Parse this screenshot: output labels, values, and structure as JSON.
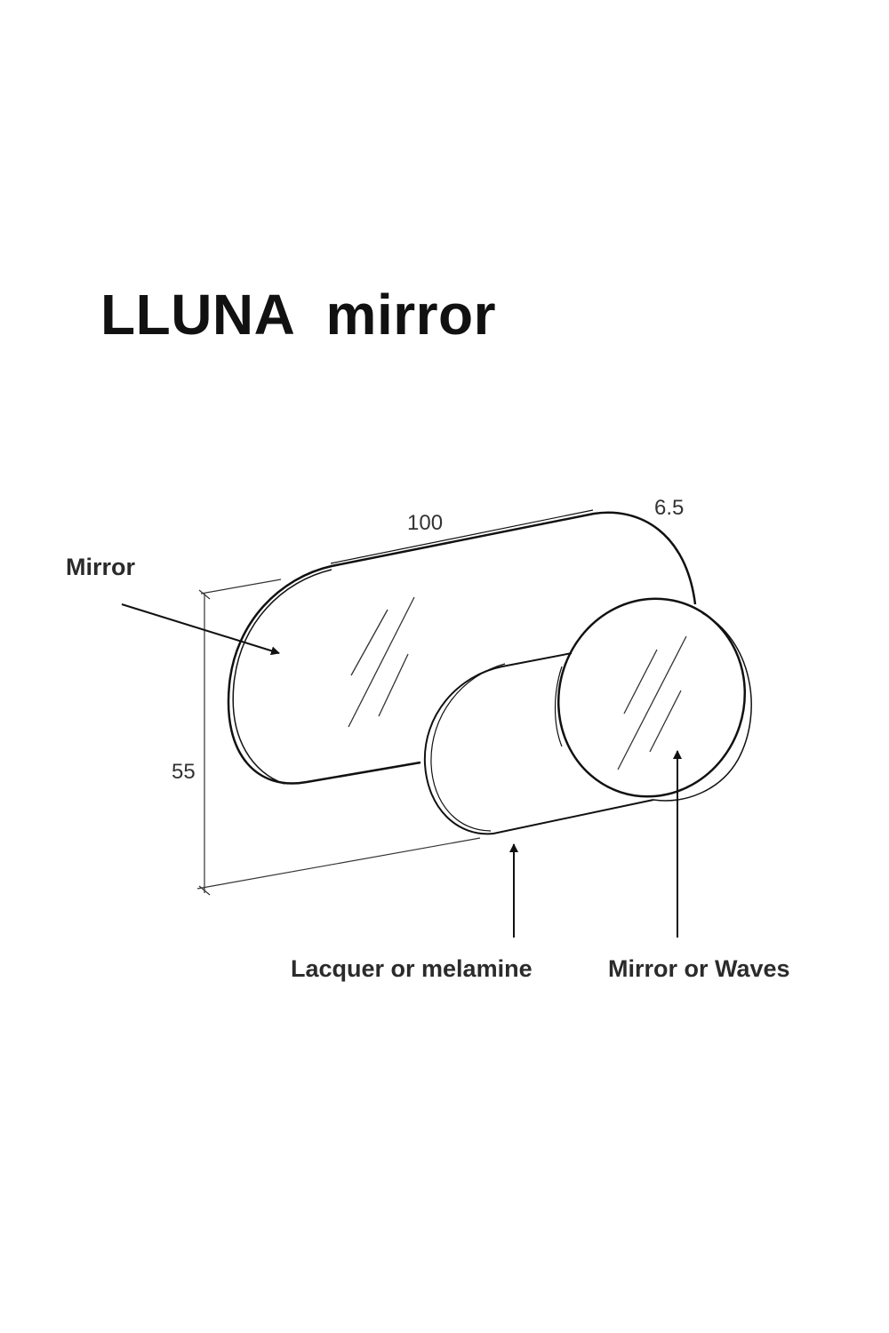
{
  "title": "LLUNA  mirror",
  "dimensions": {
    "width": "100",
    "depth": "6.5",
    "height": "55"
  },
  "callouts": {
    "mirror": "Mirror",
    "lacquer": "Lacquer or melamine",
    "mirror_or_waves": "Mirror or Waves"
  },
  "colors": {
    "line": "#111111",
    "text": "#2b2b2b"
  }
}
